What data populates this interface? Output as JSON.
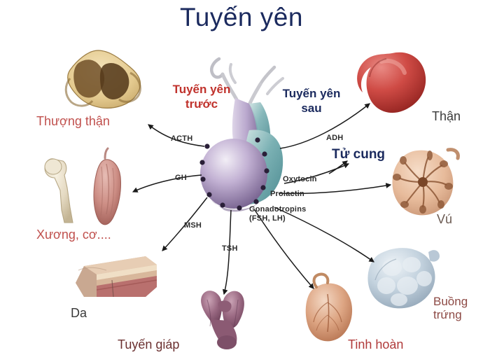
{
  "page": {
    "title": "Tuyến yên",
    "type": "anatomy-diagram",
    "background": "#ffffff",
    "title_color": "#1b2a5e"
  },
  "pituitary": {
    "anterior_label": "Tuyến yên\ntrước",
    "anterior_color": "#c0322c",
    "posterior_label": "Tuyến yên\nsau",
    "posterior_color": "#1b2a5e",
    "anterior_lobe_color": "#9b87b5",
    "posterior_lobe_color": "#6aa0a6"
  },
  "hormones": [
    {
      "name": "ACTH",
      "target": "Thượng thận"
    },
    {
      "name": "GH",
      "target": "Xương, cơ...."
    },
    {
      "name": "MSH",
      "target": "Da"
    },
    {
      "name": "TSH",
      "target": "Tuyến giáp"
    },
    {
      "name": "Gonadotropins\n(FSH, LH)",
      "target": "Tinh hoàn / Buồng trứng"
    },
    {
      "name": "Prolactin",
      "target": "Vú"
    },
    {
      "name": "Oxytocin",
      "target": "Tử cung"
    },
    {
      "name": "ADH",
      "target": "Thận"
    }
  ],
  "organs": [
    {
      "id": "adrenal",
      "label": "Thượng thận",
      "color": "#c0504d"
    },
    {
      "id": "bone",
      "label": "Xương, cơ....",
      "color": "#c0504d"
    },
    {
      "id": "skin",
      "label": "Da",
      "color": "#3a3a3a"
    },
    {
      "id": "thyroid",
      "label": "Tuyến giáp",
      "color": "#6b3030"
    },
    {
      "id": "testis",
      "label": "Tinh hoàn",
      "color": "#b03a3a"
    },
    {
      "id": "ovary",
      "label": "Buồng\ntrứng",
      "color": "#8d4a45"
    },
    {
      "id": "breast",
      "label": "Vú",
      "color": "#6b5a52"
    },
    {
      "id": "kidney",
      "label": "Thận",
      "color": "#3a3a3a"
    },
    {
      "id": "uterus",
      "label": "Tử cung",
      "color": "#1b2a5e"
    }
  ]
}
